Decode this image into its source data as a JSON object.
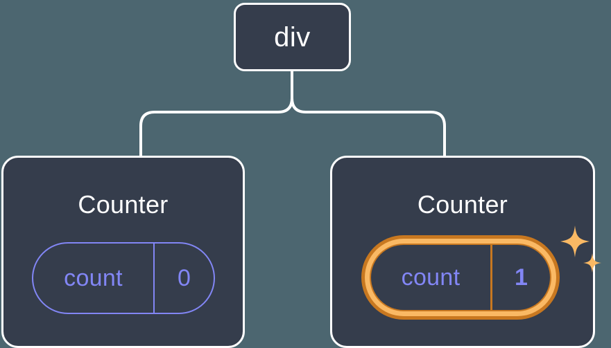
{
  "theme": {
    "background": "#4c6670",
    "node_fill": "#353d4c",
    "node_border": "#ffffff",
    "accent_indigo": "#8286f5",
    "highlight_outer": "#c87820",
    "highlight_inner": "#fab964",
    "sparkle": "#fab964"
  },
  "diagram": {
    "type": "component-tree",
    "root": {
      "label": "div",
      "icon": "root-node-icon"
    },
    "children": [
      {
        "title": "Counter",
        "state": {
          "key": "count",
          "value": "0"
        },
        "highlighted": false
      },
      {
        "title": "Counter",
        "state": {
          "key": "count",
          "value": "1"
        },
        "highlighted": true,
        "sparkle_icons": [
          "sparkle-large-icon",
          "sparkle-small-icon"
        ]
      }
    ]
  }
}
